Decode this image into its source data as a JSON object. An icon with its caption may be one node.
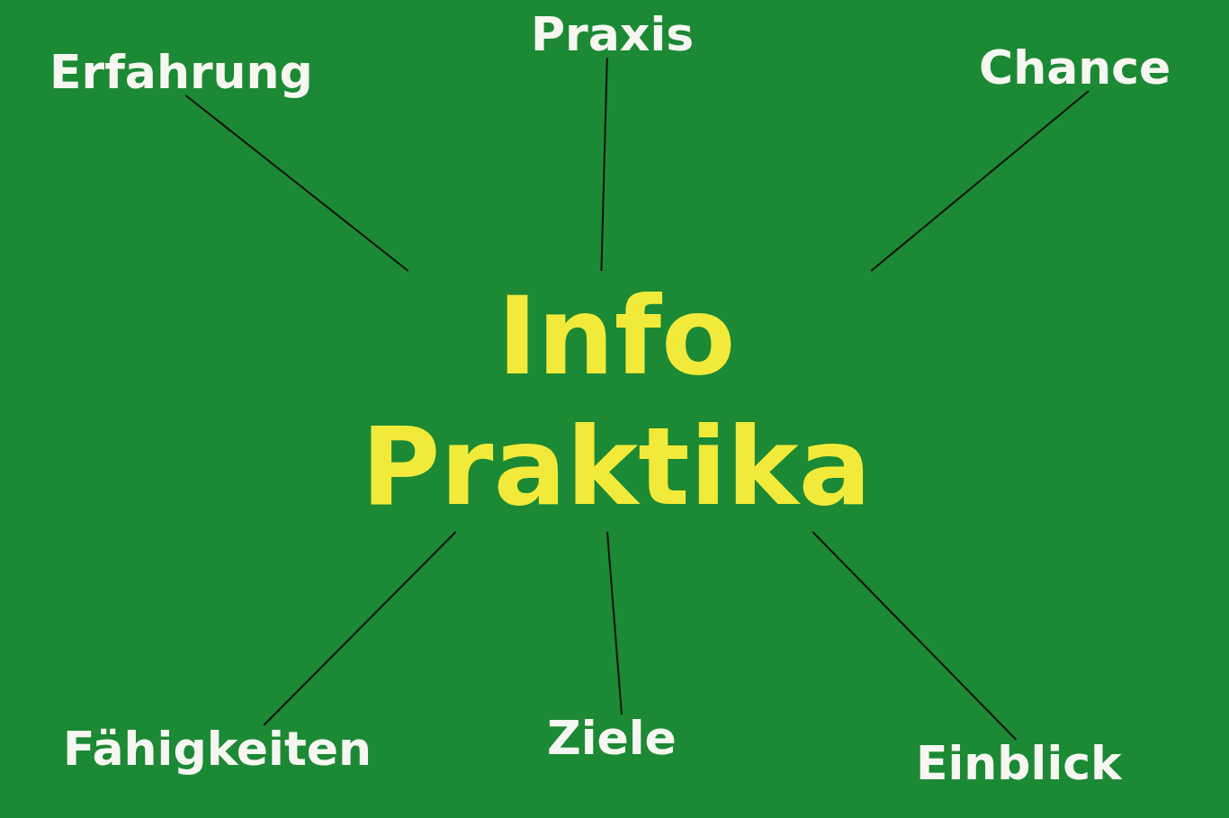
{
  "diagram": {
    "nodes": [
      {
        "text": [
          "Erfahrung"
        ]
      },
      {
        "text": [
          "Praxis"
        ]
      },
      {
        "text": [
          "Chance"
        ]
      },
      {
        "text": [
          "Info Praktika"
        ]
      },
      {
        "text": [
          "Fähigkeiten"
        ]
      },
      {
        "text": [
          "Ziele"
        ]
      },
      {
        "text": [
          "Einblick"
        ]
      }
    ],
    "edges": [
      {
        "from": 3,
        "to": 0,
        "arrow": "none"
      },
      {
        "from": 3,
        "to": 1,
        "arrow": "none"
      },
      {
        "from": 3,
        "to": 2,
        "arrow": "none"
      },
      {
        "from": 3,
        "to": 4,
        "arrow": "none"
      },
      {
        "from": 3,
        "to": 5,
        "arrow": "none"
      },
      {
        "from": 3,
        "to": 6,
        "arrow": "none"
      }
    ]
  }
}
